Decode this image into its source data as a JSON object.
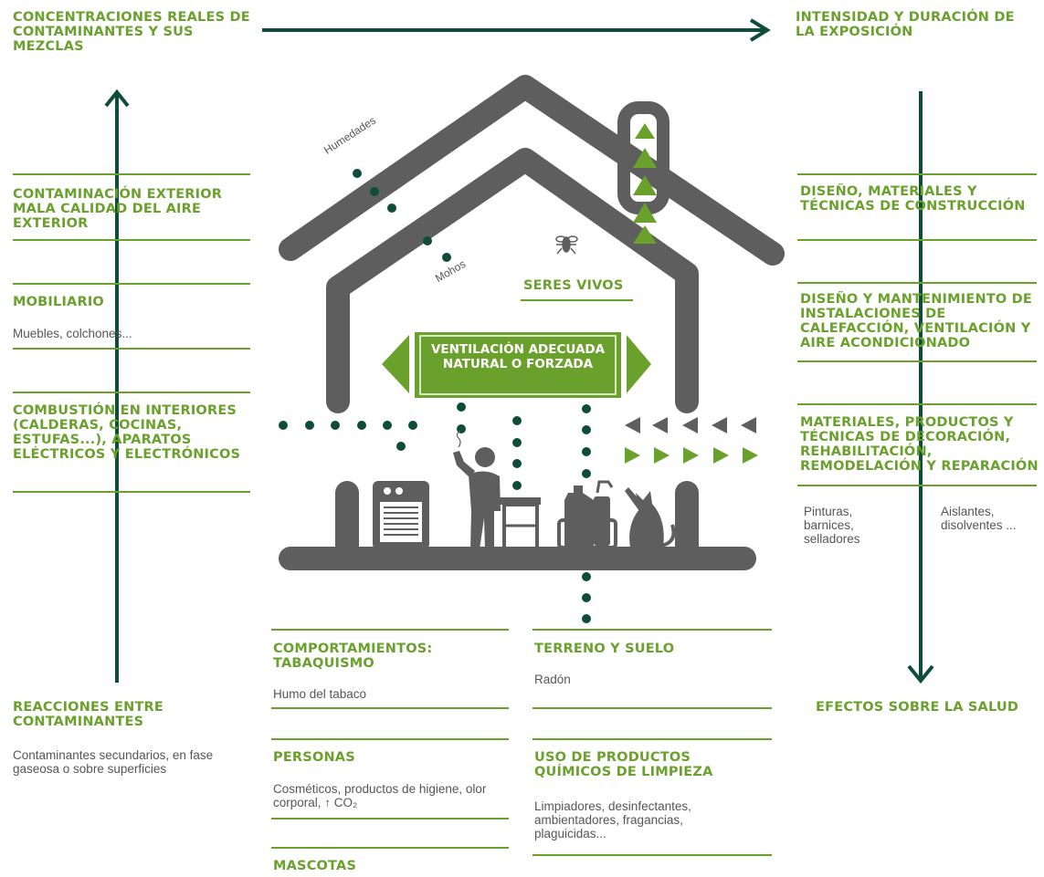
{
  "top": {
    "left_title": "CONCENTRACIONES REALES DE CONTAMINANTES Y SUS MEZCLAS",
    "right_title": "INTENSIDAD Y DURACIÓN DE LA EXPOSICIÓN"
  },
  "left": {
    "outdoor_title": "CONTAMINACIÓN EXTERIOR MALA CALIDAD DEL AIRE EXTERIOR",
    "furniture_title": "MOBILIARIO",
    "furniture_text": "Muebles, colchones...",
    "combustion_title": "COMBUSTIÓN EN INTERIORES (CALDERAS, COCINAS, ESTUFAS...), APARATOS ELÉCTRICOS Y ELECTRÓNICOS",
    "reactions_title": "REACCIONES ENTRE CONTAMINANTES",
    "reactions_text": "Contaminantes secundarios, en fase gaseosa o sobre superficies"
  },
  "right": {
    "design_title": "DISEÑO, MATERIALES Y TÉCNICAS DE CONSTRUCCIÓN",
    "hvac_title": "DISEÑO Y MANTENIMIENTO DE INSTALACIONES DE CALEFACCIÓN, VENTILACIÓN Y AIRE ACONDICIONADO",
    "materials_title": "MATERIALES, PRODUCTOS Y TÉCNICAS DE DECORACIÓN, REHABILITACIÓN, REMODELACIÓN Y REPARACIÓN",
    "materials_text_a": "Pinturas, barnices, selladores",
    "materials_text_b": "Aislantes, disolventes ...",
    "health_title": "EFECTOS SOBRE LA SALUD"
  },
  "house": {
    "humidity_label": "Humedades",
    "mold_label": "Mohos",
    "living_title": "SERES VIVOS",
    "ventilation_label": "VENTILACIÓN ADECUADA NATURAL O FORZADA"
  },
  "bottom": {
    "behaviour_title": "COMPORTAMIENTOS: TABAQUISMO",
    "behaviour_text": "Humo del tabaco",
    "people_title": "PERSONAS",
    "people_text": "Cosméticos, productos de higiene, olor corporal, ↑ CO₂",
    "pets_title": "MASCOTAS",
    "ground_title": "TERRENO Y SUELO",
    "ground_text": "Radón",
    "cleaning_title": "USO DE PRODUCTOS QUÍMICOS DE LIMPIEZA",
    "cleaning_text": "Limpiadores, desinfectantes, ambientadores, fragancias, plaguicidas..."
  },
  "colors": {
    "accent": "#6aa12d",
    "dark": "#0e4d36",
    "house": "#5e5e5e",
    "text": "#555555"
  }
}
